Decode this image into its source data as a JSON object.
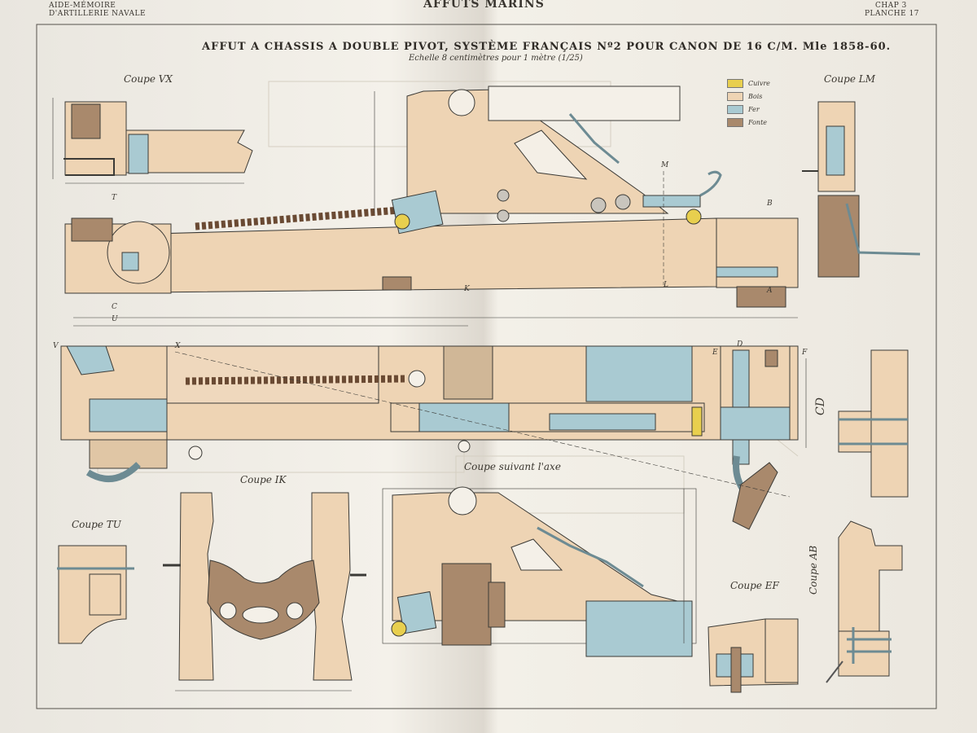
{
  "header": {
    "left_line1": "AIDE-MÉMOIRE",
    "left_line2": "D'ARTILLERIE NAVALE",
    "section": "AFFUTS MARINS",
    "right_line1": "CHAP 3",
    "right_line2": "PLANCHE 17"
  },
  "title": "AFFUT A CHASSIS A DOUBLE PIVOT, SYSTÈME FRANÇAIS Nº2 POUR CANON DE 16 C/M. Mle 1858-60.",
  "scale": "Echelle 8 centimètres pour 1 mètre (1/25)",
  "legend": [
    {
      "label": "Cuivre",
      "color": "#e8cf4e"
    },
    {
      "label": "Bois",
      "color": "#eed4b4"
    },
    {
      "label": "Fer",
      "color": "#a9cad2"
    },
    {
      "label": "Fonte",
      "color": "#a9896c"
    }
  ],
  "views": {
    "coupe_vx": "Coupe VX",
    "coupe_lm": "Coupe LM",
    "coupe_ik": "Coupe IK",
    "coupe_tu": "Coupe TU",
    "coupe_axe": "Coupe suivant l'axe",
    "coupe_ef": "Coupe EF",
    "coupe_ab": "Coupe AB",
    "coupe_cd": "CD"
  },
  "section_letters": {
    "t": "T",
    "u": "U",
    "k": "K",
    "m": "M",
    "l": "L",
    "b": "B",
    "v": "V",
    "x": "X",
    "e": "E",
    "d": "D",
    "f": "F",
    "a": "A",
    "c": "C"
  },
  "colors": {
    "wood": "#eed4b4",
    "iron": "#a9cad2",
    "brass": "#e8cf4e",
    "cast_iron": "#a9896c",
    "line": "#3b3a36"
  }
}
